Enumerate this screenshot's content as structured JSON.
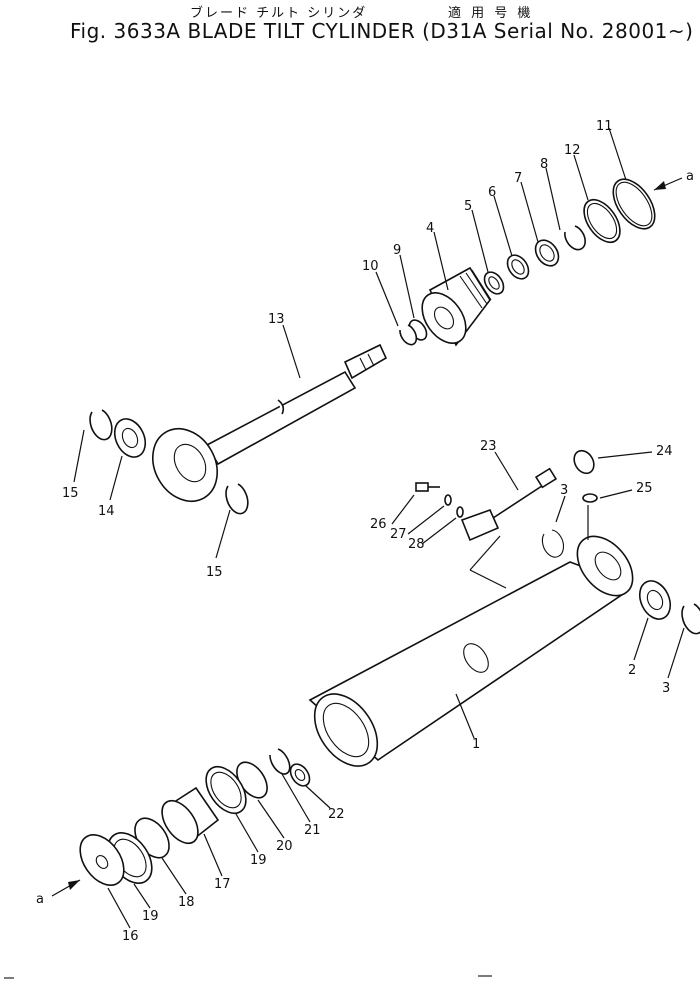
{
  "header": {
    "japanese_title": "ブレード チルト シリンダ",
    "japanese_applicability": "適 用 号 機",
    "figure_number": "Fig. 3633A",
    "title": "BLADE TILT CYLINDER",
    "applicability": "(D31A Serial No. 28001~)"
  },
  "callouts": [
    {
      "id": "11",
      "text": "11"
    },
    {
      "id": "12",
      "text": "12"
    },
    {
      "id": "8",
      "text": "8"
    },
    {
      "id": "7",
      "text": "7"
    },
    {
      "id": "6",
      "text": "6"
    },
    {
      "id": "5",
      "text": "5"
    },
    {
      "id": "4",
      "text": "4"
    },
    {
      "id": "9",
      "text": "9"
    },
    {
      "id": "10",
      "text": "10"
    },
    {
      "id": "13",
      "text": "13"
    },
    {
      "id": "15a",
      "text": "15"
    },
    {
      "id": "14",
      "text": "14"
    },
    {
      "id": "15b",
      "text": "15"
    },
    {
      "id": "23",
      "text": "23"
    },
    {
      "id": "24",
      "text": "24"
    },
    {
      "id": "25",
      "text": "25"
    },
    {
      "id": "3a",
      "text": "3"
    },
    {
      "id": "26",
      "text": "26"
    },
    {
      "id": "27",
      "text": "27"
    },
    {
      "id": "28",
      "text": "28"
    },
    {
      "id": "2",
      "text": "2"
    },
    {
      "id": "3b",
      "text": "3"
    },
    {
      "id": "1",
      "text": "1"
    },
    {
      "id": "22",
      "text": "22"
    },
    {
      "id": "21",
      "text": "21"
    },
    {
      "id": "20",
      "text": "20"
    },
    {
      "id": "19a",
      "text": "19"
    },
    {
      "id": "17",
      "text": "17"
    },
    {
      "id": "18",
      "text": "18"
    },
    {
      "id": "19b",
      "text": "19"
    },
    {
      "id": "16",
      "text": "16"
    },
    {
      "id": "a1",
      "text": "a"
    },
    {
      "id": "a2",
      "text": "a"
    }
  ]
}
